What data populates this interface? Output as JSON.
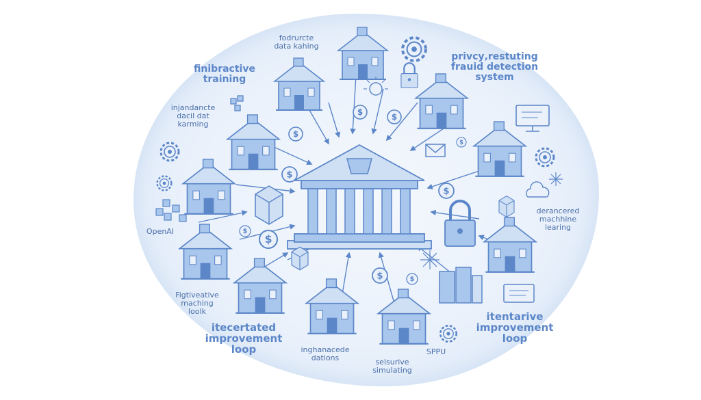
{
  "labels": {
    "fodrurcte": "fodrurcte\ndata kahing",
    "privcy": "privcy‚restuting\nfrauid detection\nsystem",
    "finibractive": "finibractive\ntraining",
    "injandancte": "injandancte\ndacil dat\nkarming",
    "openai": "OpenAI",
    "deranceroed": "derancered\nmachhine\nlearing",
    "figtiveative": "Figtiveative\nmaching\nloolk",
    "itecertated": "itecertated\nimprovement\nloop",
    "inghanacede": "inghanacede\ndations",
    "selsurive": "selsurive\nsimulating",
    "sppu": "SPPU",
    "itentarive": "itentarive\nimprovement\nloop"
  },
  "colors": {
    "ink": "#5b86c8",
    "fill": "#a9c6ec",
    "light": "#cfe0f5",
    "bg": "#eaf1fb"
  }
}
